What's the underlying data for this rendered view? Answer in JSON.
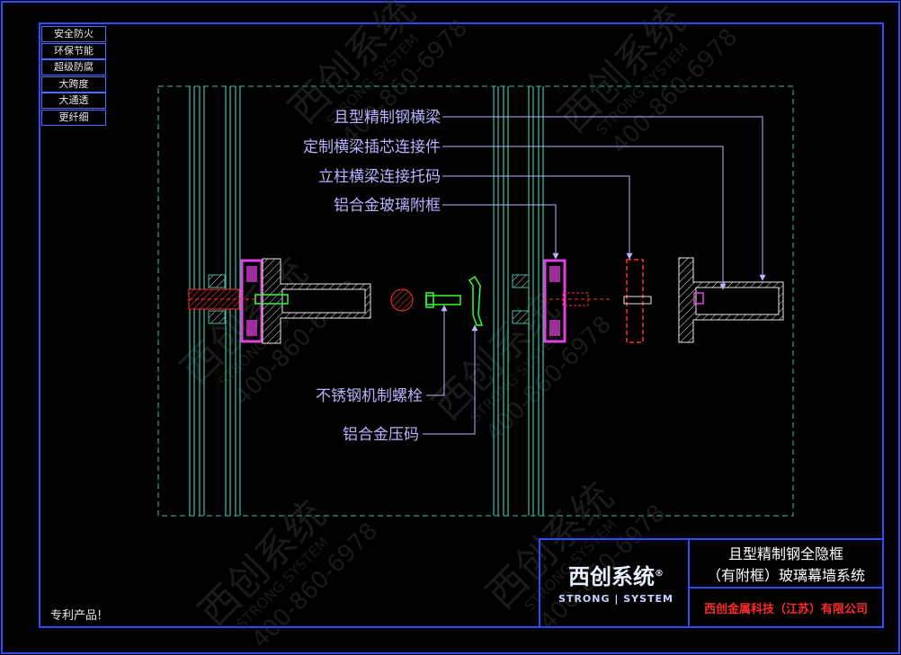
{
  "features": [
    "安全防火",
    "环保节能",
    "超级防腐",
    "大跨度",
    "大通透",
    "更纤细"
  ],
  "callouts": {
    "top": [
      "且型精制钢横梁",
      "定制横梁插芯连接件",
      "立柱横梁连接托码",
      "铝合金玻璃附框"
    ],
    "bottom": [
      "不锈钢机制螺栓",
      "铝合金压码"
    ]
  },
  "patent_note": "专利产品!",
  "title_block": {
    "logo_cn": "西创系统",
    "logo_reg": "®",
    "logo_en": "STRONG | SYSTEM",
    "title_line1": "且型精制钢全隐框",
    "title_line2": "（有附框）玻璃幕墙系统",
    "company": "西创金属科技（江苏）有限公司"
  },
  "watermark": {
    "cn": "西创系统",
    "en": "STRONG SYSTEM",
    "phone": "400-860-6978"
  },
  "colors": {
    "frame": "#2b4cff",
    "glass": "#3fbfa6",
    "callout": "#b9b3ff",
    "magenta": "#e040e0",
    "red": "#ff3030",
    "green": "#30ff30",
    "company": "#ff2a2a"
  }
}
